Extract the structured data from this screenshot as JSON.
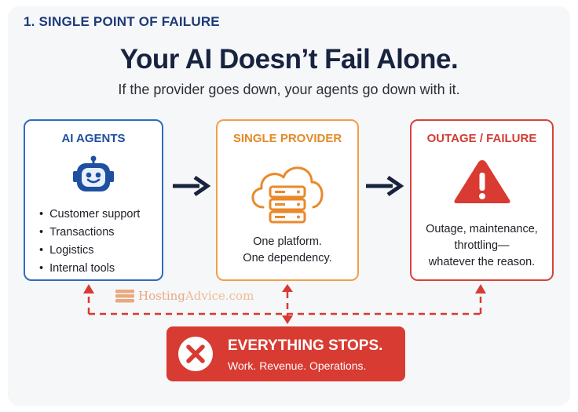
{
  "header": {
    "eyebrow": "1. SINGLE POINT OF FAILURE",
    "title": "Your AI Doesn’t Fail Alone.",
    "subtitle": "If the provider goes down, your agents go down with it."
  },
  "boxes": {
    "agents": {
      "title": "AI AGENTS",
      "icon": "robot-icon",
      "items": [
        "Customer support",
        "Transactions",
        "Logistics",
        "Internal tools"
      ]
    },
    "provider": {
      "title": "SINGLE PROVIDER",
      "icon": "cloud-server-icon",
      "lines": [
        "One platform.",
        "One dependency."
      ]
    },
    "outage": {
      "title": "OUTAGE / FAILURE",
      "icon": "warning-icon",
      "lines": [
        "Outage, maintenance,",
        "throttling—",
        "whatever the reason."
      ]
    }
  },
  "result": {
    "title": "EVERYTHING STOPS.",
    "subtitle": "Work. Revenue. Operations.",
    "icon": "x-circle-icon"
  },
  "watermark": {
    "brand_main": "Hosting",
    "brand_accent": "Advice.com"
  },
  "colors": {
    "navy": "#1e3a78",
    "blue": "#2f6bc0",
    "orange": "#f0a04b",
    "red": "#d73b32"
  }
}
